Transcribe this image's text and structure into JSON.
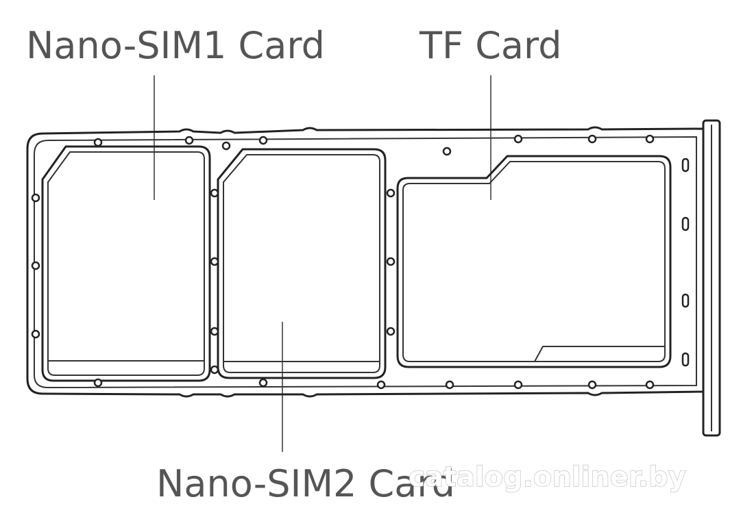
{
  "labels": {
    "nano_sim1": "Nano-SIM1 Card",
    "tf_card": "TF Card",
    "nano_sim2": "Nano-SIM2 Card"
  },
  "watermark": "catalog.onliner.by",
  "colors": {
    "label_text": "#555555",
    "outline": "#222222",
    "background": "#ffffff"
  }
}
